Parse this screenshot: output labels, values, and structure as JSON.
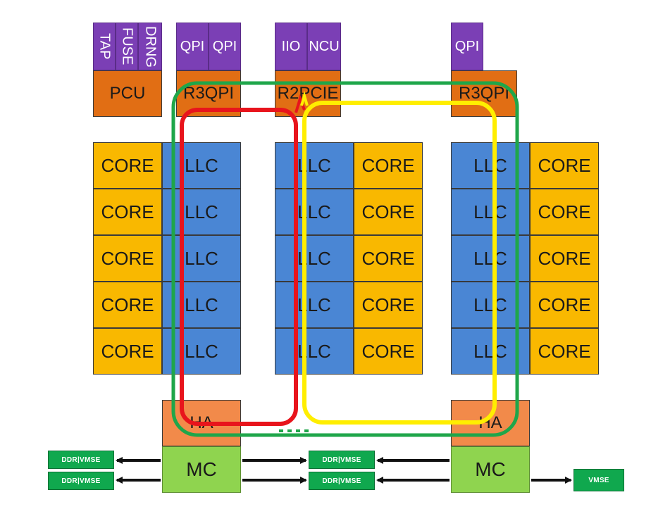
{
  "top_left": {
    "tap": "TAP",
    "fuse": "FUSE",
    "drng": "DRNG",
    "pcu": "PCU"
  },
  "top_mid1": {
    "qpi_a": "QPI",
    "qpi_b": "QPI",
    "r3qpi": "R3QPI"
  },
  "top_mid2": {
    "iio": "IIO",
    "ncu": "NCU",
    "r2pcie": "R2PCIE"
  },
  "top_right": {
    "qpi": "QPI",
    "r3qpi": "R3QPI"
  },
  "columns": {
    "left_cores": [
      "CORE",
      "CORE",
      "CORE",
      "CORE",
      "CORE"
    ],
    "left_llc": [
      "LLC",
      "LLC",
      "LLC",
      "LLC",
      "LLC"
    ],
    "mid_llc": [
      "LLC",
      "LLC",
      "LLC",
      "LLC",
      "LLC"
    ],
    "mid_cores": [
      "CORE",
      "CORE",
      "CORE",
      "CORE",
      "CORE"
    ],
    "right_llc": [
      "LLC",
      "LLC",
      "LLC",
      "LLC",
      "LLC"
    ],
    "right_cores": [
      "CORE",
      "CORE",
      "CORE",
      "CORE",
      "CORE"
    ]
  },
  "home_agents": {
    "left": "HA",
    "right": "HA"
  },
  "memory_controllers": {
    "left": "MC",
    "right": "MC"
  },
  "memory_buffers": {
    "left_top": "DDR|VMSE",
    "left_bottom": "DDR|VMSE",
    "mid_top": "DDR|VMSE",
    "mid_bottom": "DDR|VMSE",
    "right": "VMSE"
  },
  "colors": {
    "core": "#f9b800",
    "llc": "#4a86d4",
    "purple": "#7b3fb5",
    "orange": "#e16e14",
    "home_agent": "#f28a4a",
    "memory_controller": "#8fd44f",
    "memory_buffer": "#10a84e",
    "ring_red": "#e8141c",
    "ring_yellow": "#ffee00",
    "ring_green": "#1fa64a"
  }
}
